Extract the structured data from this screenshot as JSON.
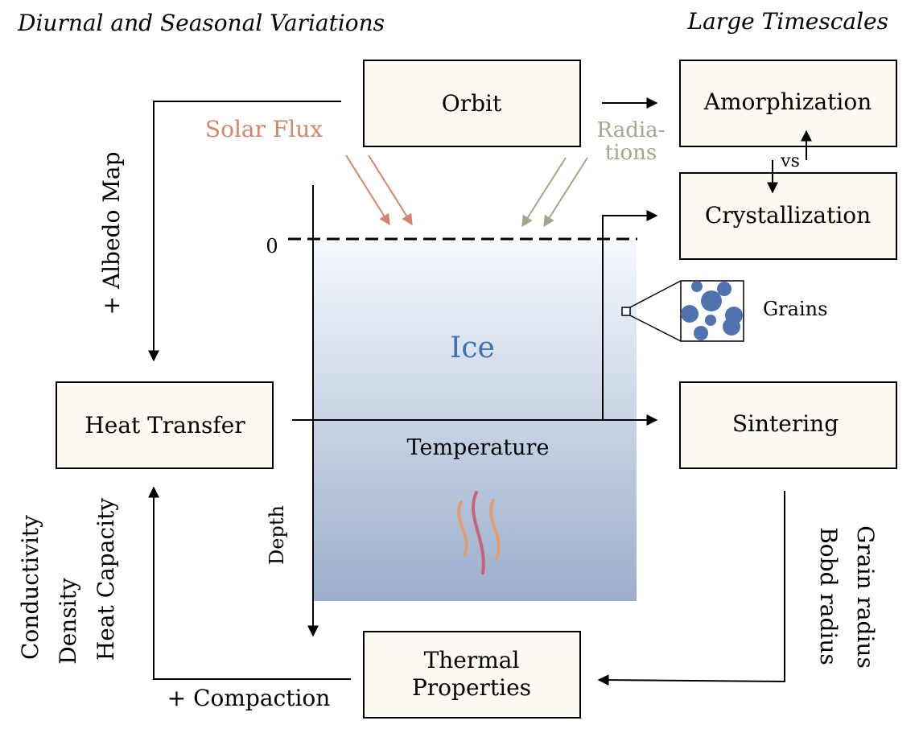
{
  "headers": {
    "left": "Diurnal and Seasonal Variations",
    "right": "Large Timescales"
  },
  "boxes": {
    "orbit": "Orbit",
    "amorphization": "Amorphization",
    "crystallization": "Crystallization",
    "sintering": "Sintering",
    "heat_transfer": "Heat Transfer",
    "thermal_properties_line1": "Thermal",
    "thermal_properties_line2": "Properties"
  },
  "labels": {
    "solar_flux": "Solar Flux",
    "radiations_line1": "Radia-",
    "radiations_line2": "tions",
    "vs": "vs",
    "zero": "0",
    "ice": "Ice",
    "temperature": "Temperature",
    "depth": "Depth",
    "grains": "Grains",
    "albedo_map": "+ Albedo Map",
    "compaction": "+ Compaction",
    "conductivity": "Conductivity",
    "density": "Density",
    "heat_capacity": "Heat Capacity",
    "grain_radius": "Grain radius",
    "bond_radius": "Bobd radius"
  },
  "colors": {
    "solar": "#d4866b",
    "radiation": "#9bab89",
    "ice_text": "#3f72b5",
    "ice_top": "#f6f9fd",
    "ice_bottom": "#9aaecc",
    "grain": "#4e73ad",
    "box_fill": "#fdfaf1",
    "heat_wave": "#c95a6a"
  }
}
